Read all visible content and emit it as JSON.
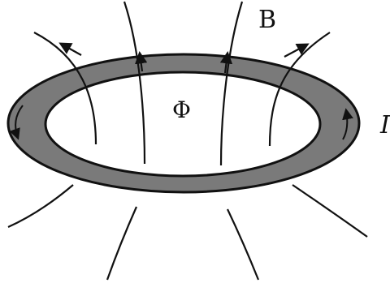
{
  "labels": {
    "magnetic_field": "B",
    "flux": "Φ",
    "current": "I"
  },
  "colors": {
    "ring_fill": "#7a7a7a",
    "stroke": "#111111",
    "background": "#ffffff"
  }
}
